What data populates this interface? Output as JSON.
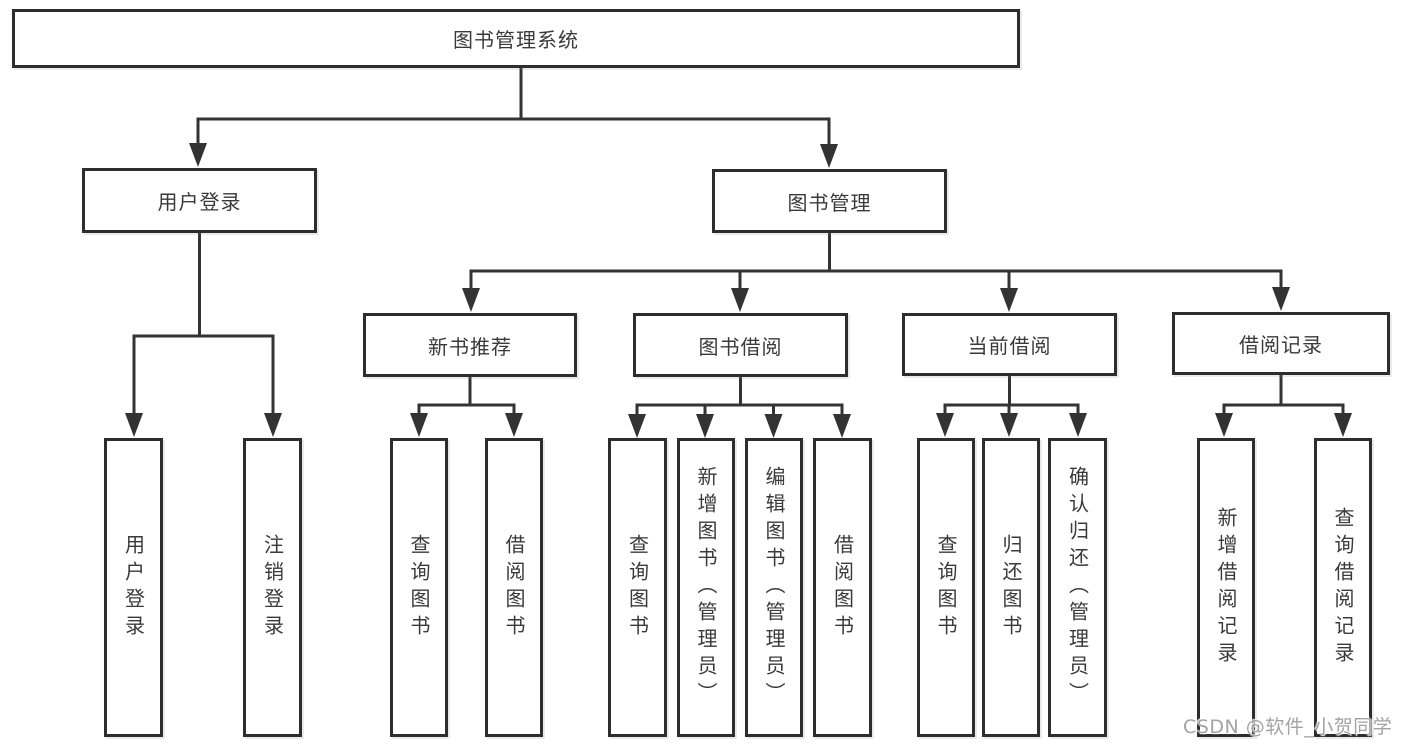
{
  "tree": {
    "label": "图书管理系统",
    "children": [
      {
        "label": "用户登录",
        "children": [
          {
            "label": "用户登录"
          },
          {
            "label": "注销登录"
          }
        ]
      },
      {
        "label": "图书管理",
        "children": [
          {
            "label": "新书推荐",
            "children": [
              {
                "label": "查询图书"
              },
              {
                "label": "借阅图书"
              }
            ]
          },
          {
            "label": "图书借阅",
            "children": [
              {
                "label": "查询图书"
              },
              {
                "label": "新增图书（管理员）"
              },
              {
                "label": "编辑图书（管理员）"
              },
              {
                "label": "借阅图书"
              }
            ]
          },
          {
            "label": "当前借阅",
            "children": [
              {
                "label": "查询图书"
              },
              {
                "label": "归还图书"
              },
              {
                "label": "确认归还（管理员）"
              }
            ]
          },
          {
            "label": "借阅记录",
            "children": [
              {
                "label": "新增借阅记录"
              },
              {
                "label": "查询借阅记录"
              }
            ]
          }
        ]
      }
    ]
  },
  "watermark": "CSDN @软件_小贺同学",
  "colors": {
    "line": "#333333",
    "box_border": "#2d2d2d",
    "text": "#3a3a3a",
    "background": "#ffffff",
    "watermark": "#a3a3a3"
  }
}
